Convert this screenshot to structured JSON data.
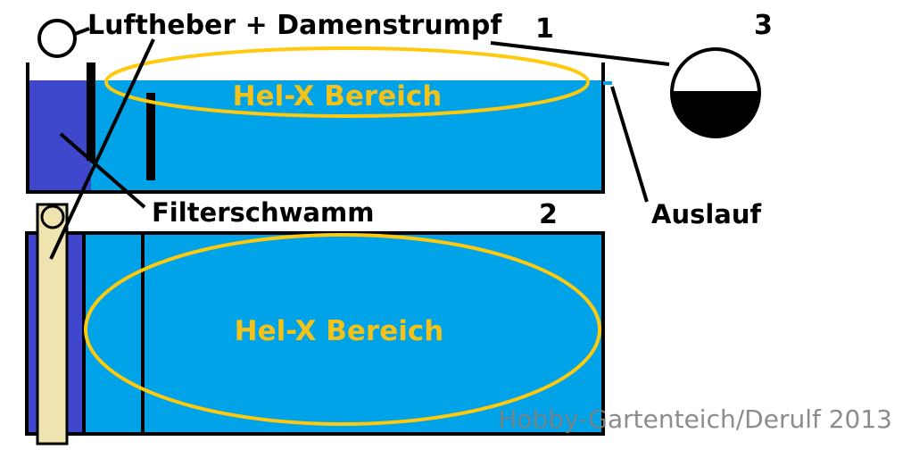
{
  "labels": {
    "airlift": "Luftheber + Damenstrumpf",
    "sponge": "Filterschwamm",
    "outlet": "Auslauf",
    "helx_upper": "Hel-X Bereich",
    "helx_lower": "Hel-X Bereich",
    "num_1": "1",
    "num_2": "2",
    "num_3": "3"
  },
  "watermark": "Hobby-Gartenteich/Derulf 2013",
  "colors": {
    "water": "#00a2e8",
    "sponge": "#3f48cc",
    "outline": "#000000",
    "helx": "#ffc90e",
    "helx_text": "#f2c21b",
    "pipe": "#efe4b0",
    "watermark": "#7f7f7f"
  }
}
